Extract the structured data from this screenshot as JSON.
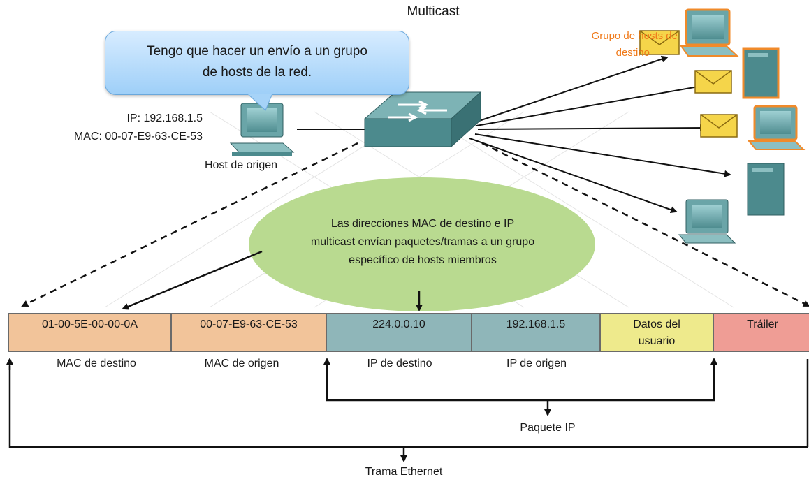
{
  "title": "Multicast",
  "bubble": {
    "line1": "Tengo que hacer un envío a un grupo",
    "line2": "de hosts de la red."
  },
  "source_host": {
    "ip": "IP: 192.168.1.5",
    "mac": "MAC: 00-07-E9-63-CE-53",
    "label": "Host de origen"
  },
  "group_label": {
    "line1": "Grupo de hosts de",
    "line2": "destino"
  },
  "ellipse": {
    "line1": "Las direcciones MAC de destino e IP",
    "line2": "multicast envían paquetes/tramas a un grupo",
    "line3": "específico de hosts miembros"
  },
  "frame_fields": [
    {
      "value": "01-00-5E-00-00-0A",
      "label": "MAC de destino",
      "color": "#f2c49a"
    },
    {
      "value": "00-07-E9-63-CE-53",
      "label": "MAC de origen",
      "color": "#f2c49a"
    },
    {
      "value": "224.0.0.10",
      "label": "IP de destino",
      "color": "#8fb6b9"
    },
    {
      "value": "192.168.1.5",
      "label": "IP de origen",
      "color": "#8fb6b9"
    },
    {
      "value": "Datos del usuario",
      "label": "",
      "color": "#eeea8c"
    },
    {
      "value": "Tráiler",
      "label": "",
      "color": "#ef9d95"
    }
  ],
  "packet_label": "Paquete IP",
  "frame_label": "Trama Ethernet",
  "colors": {
    "ellipse": "#b5d88c",
    "switch": "#5e9a9c",
    "pc": "#6aa5a8",
    "envelope": "#f5d54a",
    "orange_glow": "#f08a2a"
  }
}
